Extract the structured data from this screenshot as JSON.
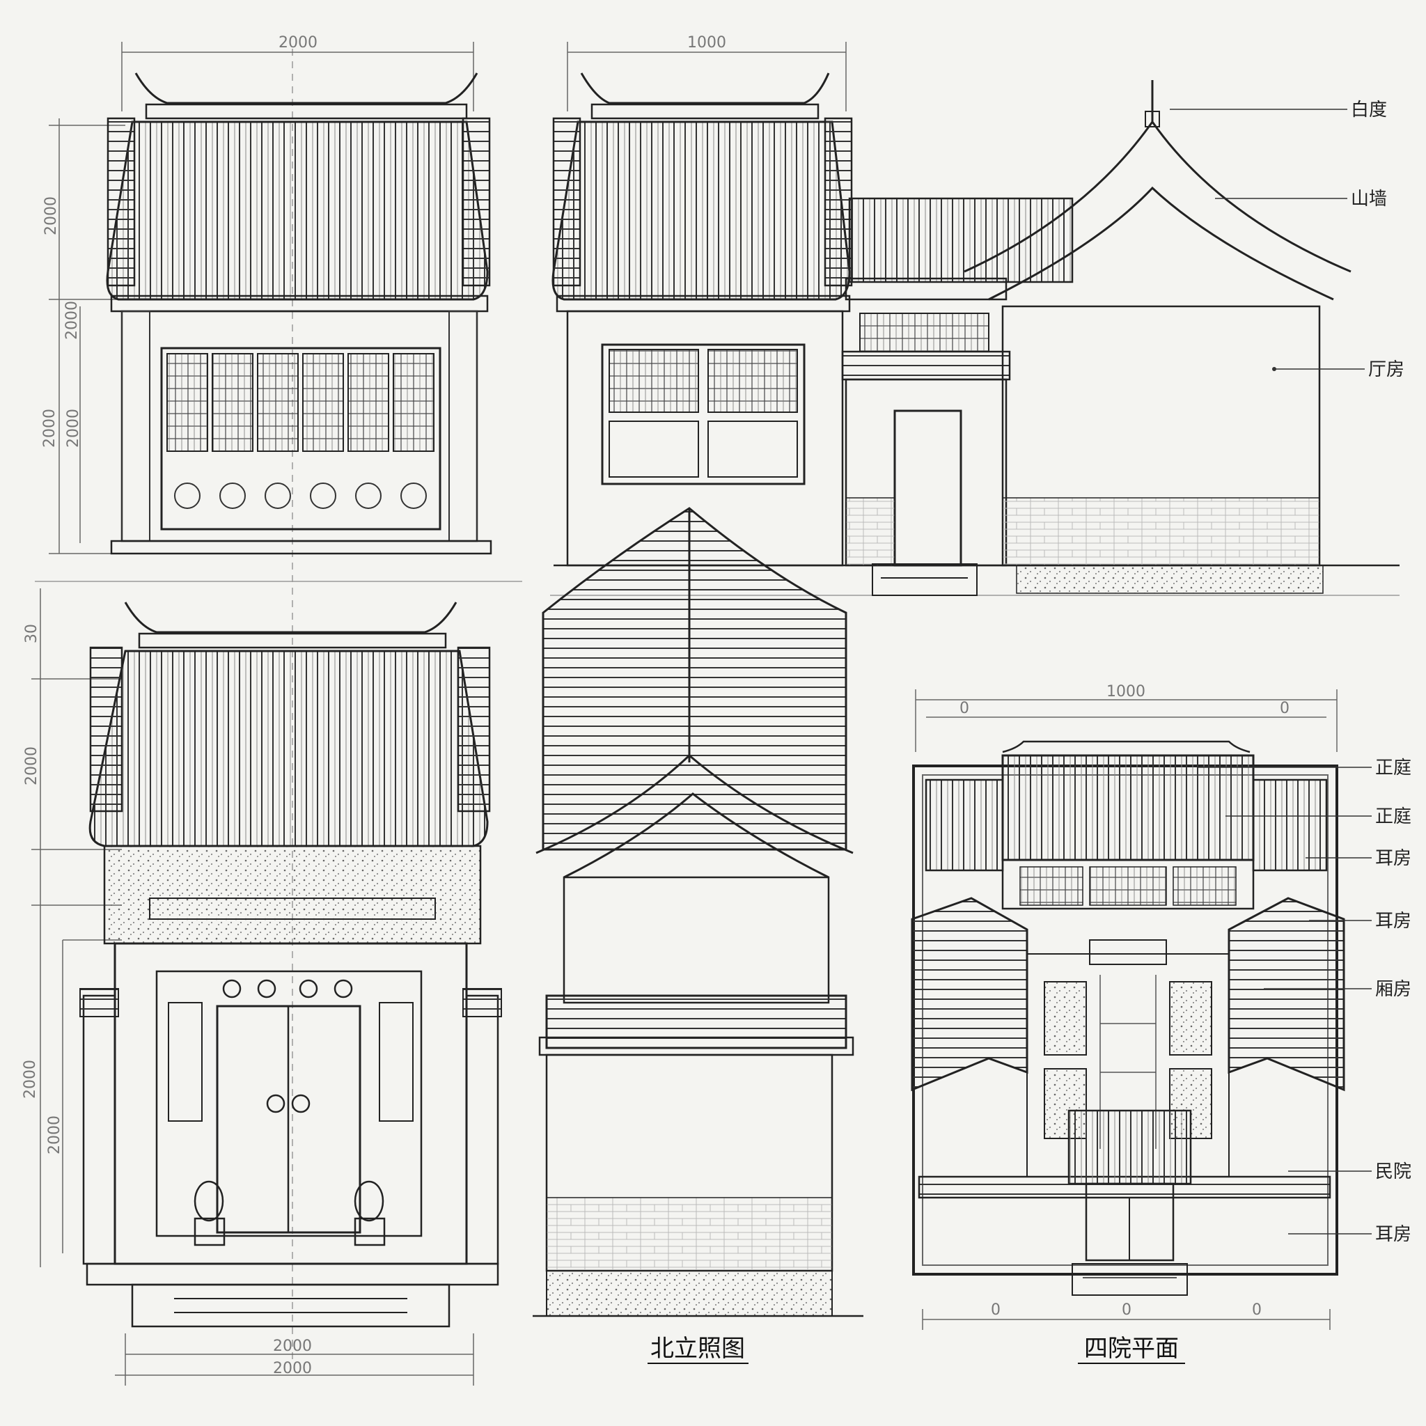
{
  "dimensions": {
    "view1_width": "2000",
    "view1_left_a": "2000",
    "view1_left_b": "2000",
    "view1_left_c": "2000",
    "view1_left_d": "2000",
    "view2_width": "1000",
    "view3_left_a": "30",
    "view3_left_b": "2000",
    "view3_left_c": "2000",
    "view3_left_d": "2000",
    "view3_bottom_a": "2000",
    "view3_bottom_b": "2000",
    "plan_width": "1000",
    "plan_sub_left": "0",
    "plan_sub_right": "0",
    "plan_bottom_a": "0",
    "plan_bottom_b": "0",
    "plan_bottom_c": "0"
  },
  "elevation_labels": [
    "白度",
    "山墙",
    "厅房"
  ],
  "plan_labels": [
    "正庭",
    "正庭",
    "耳房",
    "耳房",
    "厢房",
    "民院",
    "耳房"
  ],
  "captions": {
    "elevation": "北立照图",
    "plan": "四院平面"
  },
  "colors": {
    "ink": "#2a2a2a",
    "paper": "#f4f4f1",
    "faint": "#9a9a9a"
  }
}
